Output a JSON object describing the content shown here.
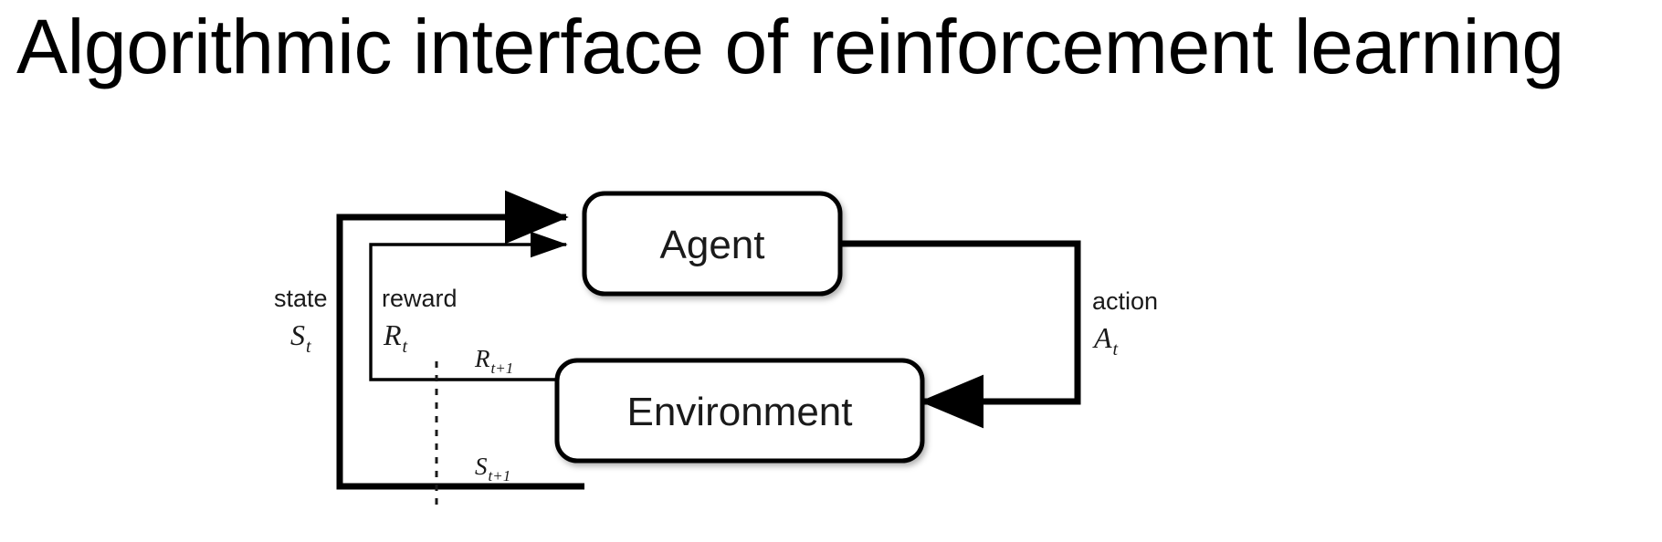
{
  "slide": {
    "title": "Algorithmic interface of reinforcement learning",
    "background_color": "#ffffff",
    "ink_color": "#000000"
  },
  "diagram": {
    "name": "agent-environment-interaction-loop",
    "nodes": [
      {
        "id": "agent",
        "label": "Agent"
      },
      {
        "id": "environment",
        "label": "Environment"
      }
    ],
    "signals": [
      {
        "id": "state",
        "name": "state",
        "symbol": "S",
        "subscript": "t",
        "direction": "environment-to-agent"
      },
      {
        "id": "reward",
        "name": "reward",
        "symbol": "R",
        "subscript": "t",
        "direction": "environment-to-agent"
      },
      {
        "id": "action",
        "name": "action",
        "symbol": "A",
        "subscript": "t",
        "direction": "agent-to-environment"
      }
    ],
    "emitted": [
      {
        "id": "reward-next",
        "symbol": "R",
        "subscript": "t+1"
      },
      {
        "id": "state-next",
        "symbol": "S",
        "subscript": "t+1"
      }
    ],
    "time_boundary": {
      "id": "time-step-divider",
      "style": "dashed-vertical"
    }
  }
}
